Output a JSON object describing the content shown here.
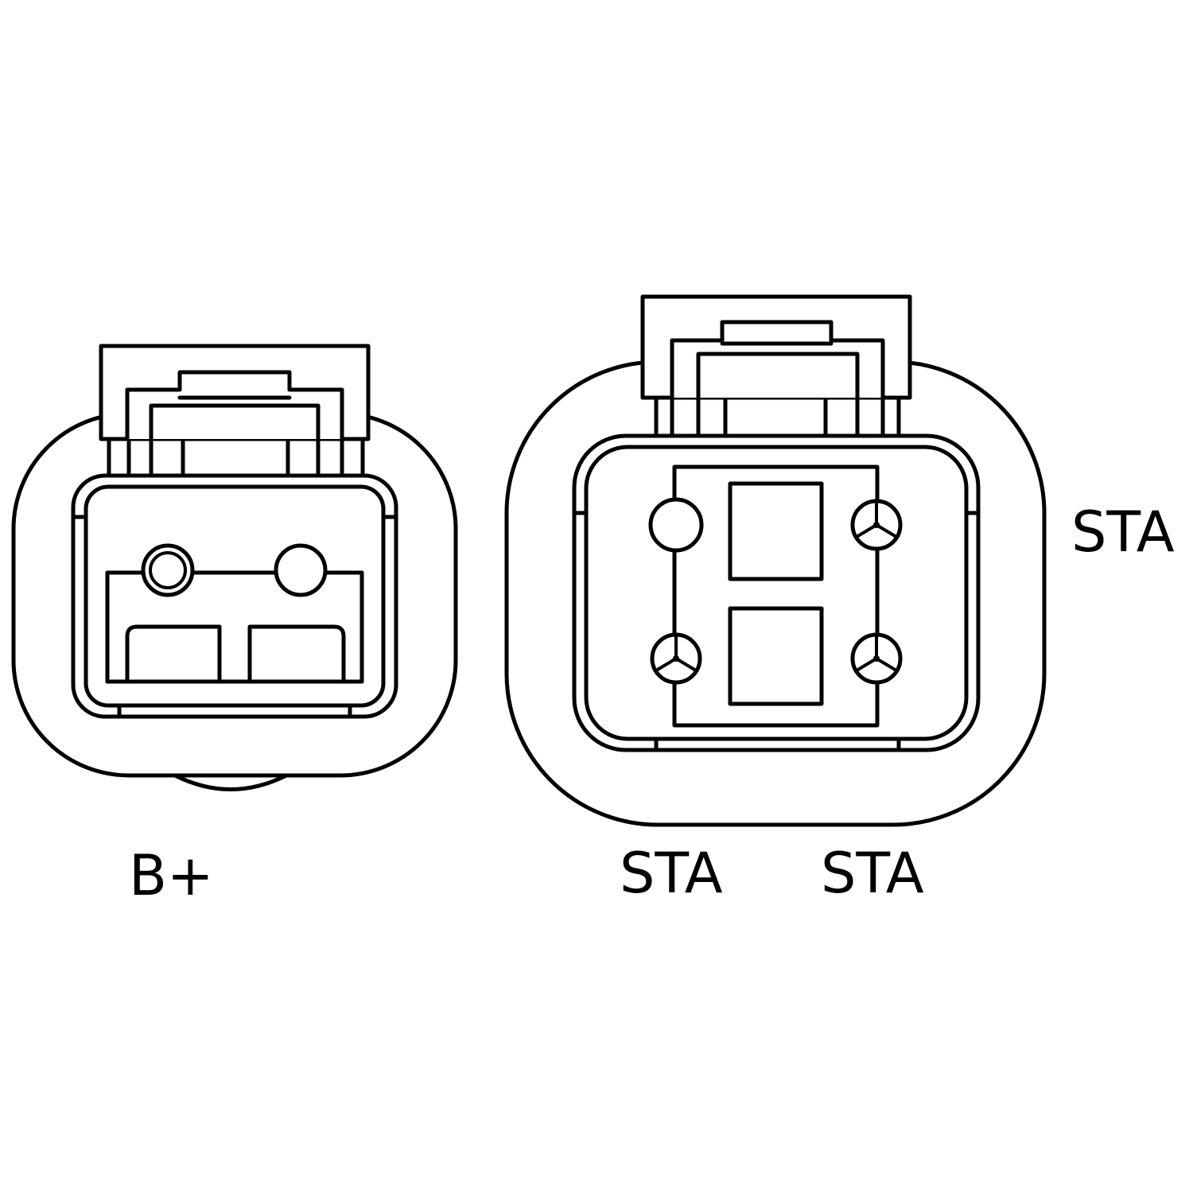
{
  "diagram": {
    "labels": {
      "b_plus": "B+",
      "sta_right": "STA",
      "sta_bottom_left": "STA",
      "sta_bottom_right": "STA"
    },
    "connectors": [
      {
        "name": "two-pin-connector",
        "pins": 2
      },
      {
        "name": "four-pin-connector",
        "pins": 4
      }
    ],
    "line_color": "#000000",
    "background_color": "#ffffff"
  }
}
